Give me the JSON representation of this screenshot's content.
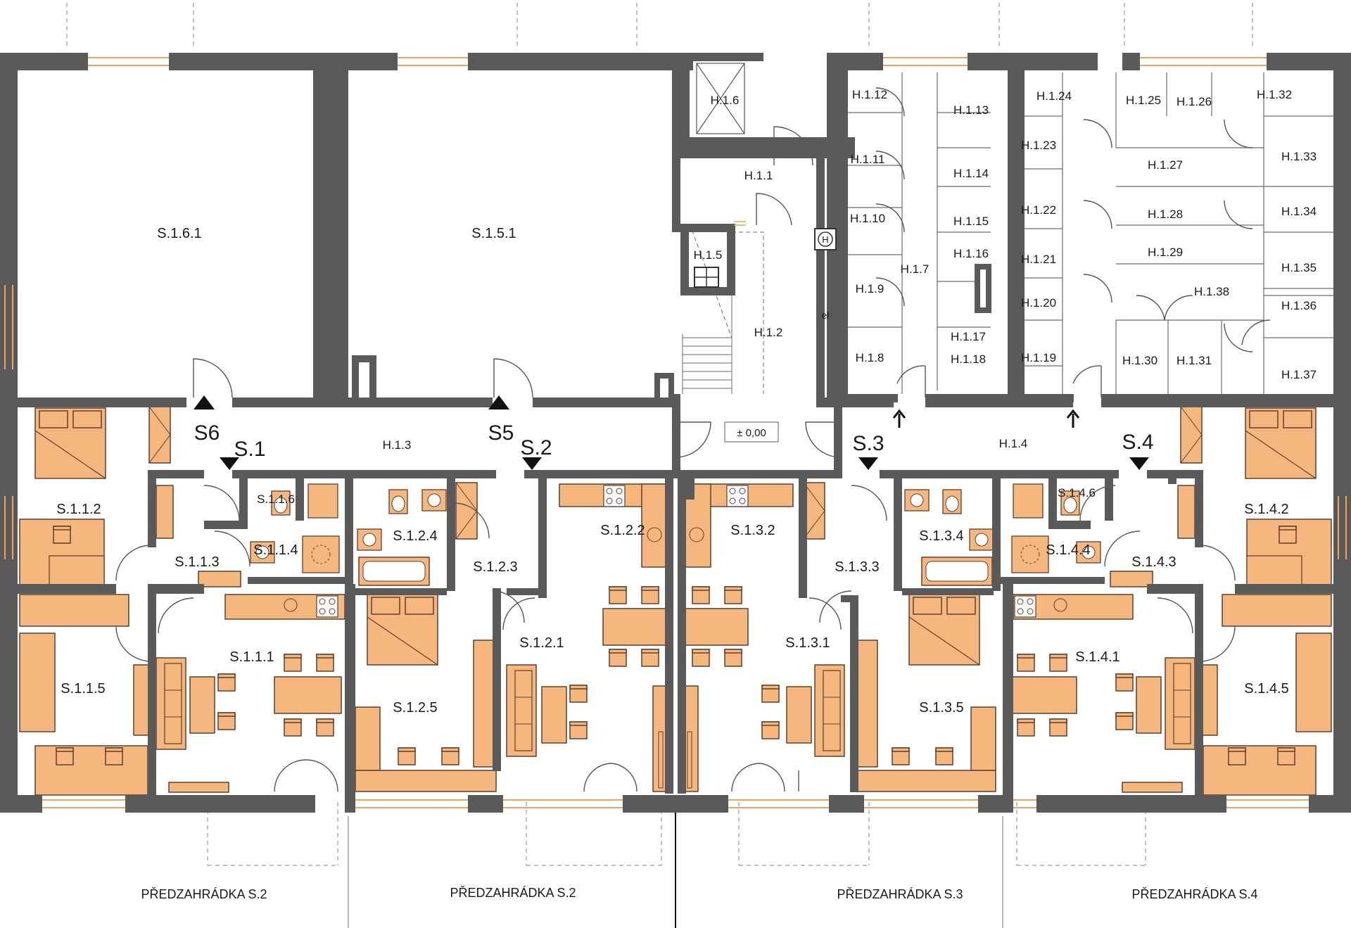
{
  "colors": {
    "wall": "#5a5a5a",
    "furniture": "#f6b77e",
    "furniture_line": "#5a4030",
    "window": "#f4a15a",
    "thin_line": "#6b6b6b"
  },
  "rooms": {
    "s161": "S.1.6.1",
    "s151": "S.1.5.1",
    "h16": "H.1.6",
    "h11": "H.1.1",
    "h15": "H.1.5",
    "h12": "H.1.2",
    "h13": "H.1.3",
    "h14": "H.1.4",
    "h17": "H.1.7",
    "h18": "H.1.8",
    "h19": "H.1.9",
    "h110": "H.1.10",
    "h111": "H.1.11",
    "h112": "H.1.12",
    "h113": "H.1.13",
    "h114": "H.1.14",
    "h115": "H.1.15",
    "h116": "H.1.16",
    "h117": "H.1.17",
    "h118": "H.1.18",
    "h119": "H.1.19",
    "h120": "H.1.20",
    "h121": "H.1.21",
    "h122": "H.1.22",
    "h123": "H.1.23",
    "h124": "H.1.24",
    "h125": "H.1.25",
    "h126": "H.1.26",
    "h127": "H.1.27",
    "h128": "H.1.28",
    "h129": "H.1.29",
    "h130": "H.1.30",
    "h131": "H.1.31",
    "h132": "H.1.32",
    "h133": "H.1.33",
    "h134": "H.1.34",
    "h135": "H.1.35",
    "h136": "H.1.36",
    "h137": "H.1.37",
    "h138": "H.1.38",
    "s111": "S.1.1.1",
    "s112": "S.1.1.2",
    "s113": "S.1.1.3",
    "s114": "S.1.1.4",
    "s115": "S.1.1.5",
    "s116": "S.1.1.6",
    "s121": "S.1.2.1",
    "s122": "S.1.2.2",
    "s123": "S.1.2.3",
    "s124": "S.1.2.4",
    "s125": "S.1.2.5",
    "s131": "S.1.3.1",
    "s132": "S.1.3.2",
    "s133": "S.1.3.3",
    "s134": "S.1.3.4",
    "s135": "S.1.3.5",
    "s141": "S.1.4.1",
    "s142": "S.1.4.2",
    "s143": "S.1.4.3",
    "s144": "S.1.4.4",
    "s145": "S.1.4.5",
    "s146": "S.1.4.6"
  },
  "sections": {
    "s1": "S.1",
    "s2": "S.2",
    "s3": "S.3",
    "s4": "S.4",
    "s5": "S5",
    "s6": "S6"
  },
  "level": "± 0,00",
  "el_label": "el",
  "hydrant_label": "H",
  "gardens": {
    "g1": "PŘEDZAHRÁDKA  S.2",
    "g2": "PŘEDZAHRÁDKA S.2",
    "g3": "PŘEDZAHRÁDKA S.3",
    "g4": "PŘEDZAHRÁDKA S.4"
  }
}
